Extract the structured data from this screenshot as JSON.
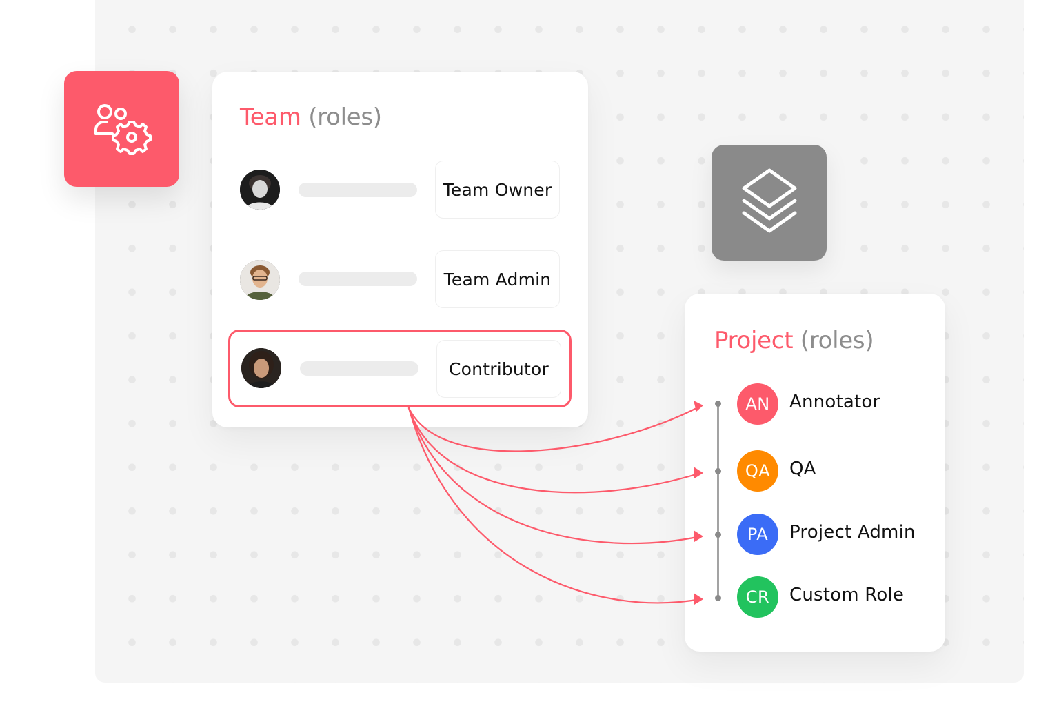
{
  "colors": {
    "accent": "#fd5a6b",
    "muted_title": "#8d8d8d",
    "project_tile": "#8a8a8a",
    "annotator_badge": "#fd5a6b",
    "qa_badge": "#ff8a00",
    "project_admin_badge": "#3b6cf6",
    "custom_role_badge": "#22c35e"
  },
  "team_icon": "users-gear-icon",
  "project_icon": "layers-icon",
  "team_card": {
    "title_main": "Team",
    "title_suffix": "(roles)",
    "members": [
      {
        "role": "Team Owner",
        "avatar": "member-avatar-1",
        "highlighted": false
      },
      {
        "role": "Team Admin",
        "avatar": "member-avatar-2",
        "highlighted": false
      },
      {
        "role": "Contributor",
        "avatar": "member-avatar-3",
        "highlighted": true
      }
    ]
  },
  "project_card": {
    "title_main": "Project",
    "title_suffix": "(roles)",
    "roles": [
      {
        "initials": "AN",
        "label": "Annotator",
        "color": "#fd5a6b"
      },
      {
        "initials": "QA",
        "label": "QA",
        "color": "#ff8a00"
      },
      {
        "initials": "PA",
        "label": "Project Admin",
        "color": "#3b6cf6"
      },
      {
        "initials": "CR",
        "label": "Custom Role",
        "color": "#22c35e"
      }
    ]
  }
}
